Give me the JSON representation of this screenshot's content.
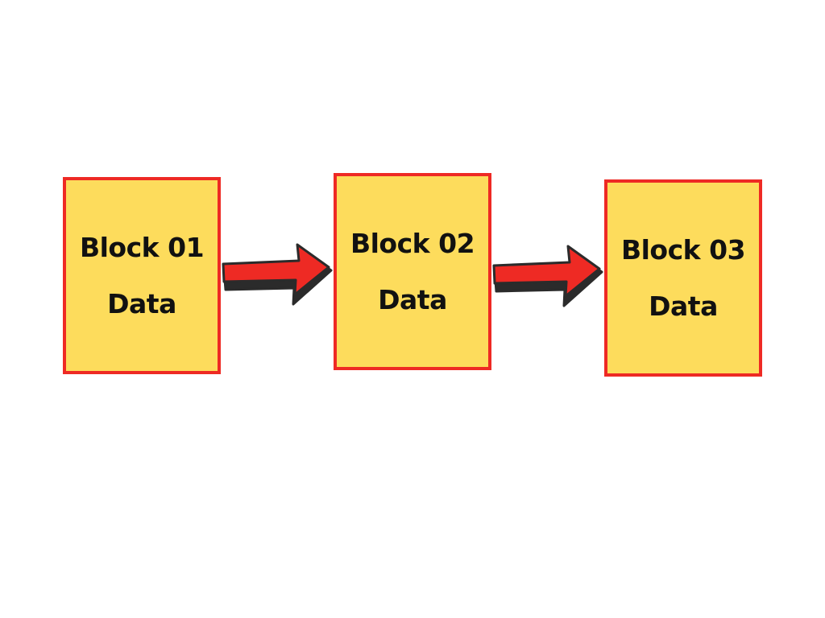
{
  "colors": {
    "block_fill": "#fddc5c",
    "block_border": "#ee2a24",
    "arrow_fill": "#ee2a24",
    "arrow_shadow": "#2b2b2b"
  },
  "blocks": [
    {
      "title": "Block 01",
      "body": "Data"
    },
    {
      "title": "Block 02",
      "body": "Data"
    },
    {
      "title": "Block 03",
      "body": "Data"
    }
  ],
  "connectors": [
    {
      "from": "Block 01",
      "to": "Block 02",
      "icon": "arrow-right-icon"
    },
    {
      "from": "Block 02",
      "to": "Block 03",
      "icon": "arrow-right-icon"
    }
  ]
}
